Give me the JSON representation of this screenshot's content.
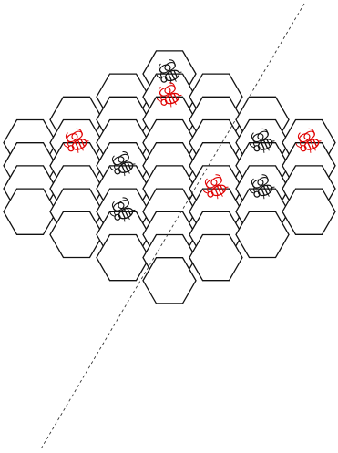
{
  "board": {
    "stroke_color": "#111111",
    "fill_color": "#ffffff",
    "red_color": "#e00000",
    "black_color": "#111111",
    "line_color": "#333333",
    "cells": [
      {
        "q": 0,
        "r": 0
      },
      {
        "q": -1,
        "r": 1
      },
      {
        "q": 0,
        "r": 1
      },
      {
        "q": 1,
        "r": 1
      },
      {
        "q": -2,
        "r": 2
      },
      {
        "q": -1,
        "r": 2
      },
      {
        "q": 0,
        "r": 2
      },
      {
        "q": 1,
        "r": 2
      },
      {
        "q": 2,
        "r": 2
      },
      {
        "q": -3,
        "r": 3
      },
      {
        "q": -2,
        "r": 3
      },
      {
        "q": -1,
        "r": 3
      },
      {
        "q": 0,
        "r": 3
      },
      {
        "q": 1,
        "r": 3
      },
      {
        "q": 2,
        "r": 3
      },
      {
        "q": 3,
        "r": 3
      },
      {
        "q": -3,
        "r": 4
      },
      {
        "q": -2,
        "r": 4
      },
      {
        "q": -1,
        "r": 4
      },
      {
        "q": 0,
        "r": 4
      },
      {
        "q": 1,
        "r": 4
      },
      {
        "q": 2,
        "r": 4
      },
      {
        "q": 3,
        "r": 4
      },
      {
        "q": -3,
        "r": 5
      },
      {
        "q": -2,
        "r": 5
      },
      {
        "q": -1,
        "r": 5
      },
      {
        "q": 0,
        "r": 5
      },
      {
        "q": 1,
        "r": 5
      },
      {
        "q": 2,
        "r": 5
      },
      {
        "q": 3,
        "r": 5
      },
      {
        "q": -3,
        "r": 6
      },
      {
        "q": -2,
        "r": 6
      },
      {
        "q": -1,
        "r": 6
      },
      {
        "q": 0,
        "r": 6
      },
      {
        "q": 1,
        "r": 6
      },
      {
        "q": 2,
        "r": 6
      },
      {
        "q": 3,
        "r": 6
      },
      {
        "q": -2,
        "r": 7
      },
      {
        "q": -1,
        "r": 7
      },
      {
        "q": 0,
        "r": 7
      },
      {
        "q": 1,
        "r": 7
      },
      {
        "q": 2,
        "r": 7
      },
      {
        "q": -1,
        "r": 8
      },
      {
        "q": 0,
        "r": 8
      },
      {
        "q": 1,
        "r": 8
      },
      {
        "q": 0,
        "r": 9
      }
    ],
    "bees": [
      {
        "q": 0,
        "r": 0,
        "color": "black"
      },
      {
        "q": 0,
        "r": 1,
        "color": "red"
      },
      {
        "q": 3,
        "r": 3,
        "color": "red"
      },
      {
        "q": -2,
        "r": 3,
        "color": "red"
      },
      {
        "q": 2,
        "r": 3,
        "color": "black"
      },
      {
        "q": -1,
        "r": 4,
        "color": "black"
      },
      {
        "q": 1,
        "r": 5,
        "color": "red"
      },
      {
        "q": 2,
        "r": 5,
        "color": "black"
      },
      {
        "q": -1,
        "r": 6,
        "color": "black"
      }
    ]
  }
}
